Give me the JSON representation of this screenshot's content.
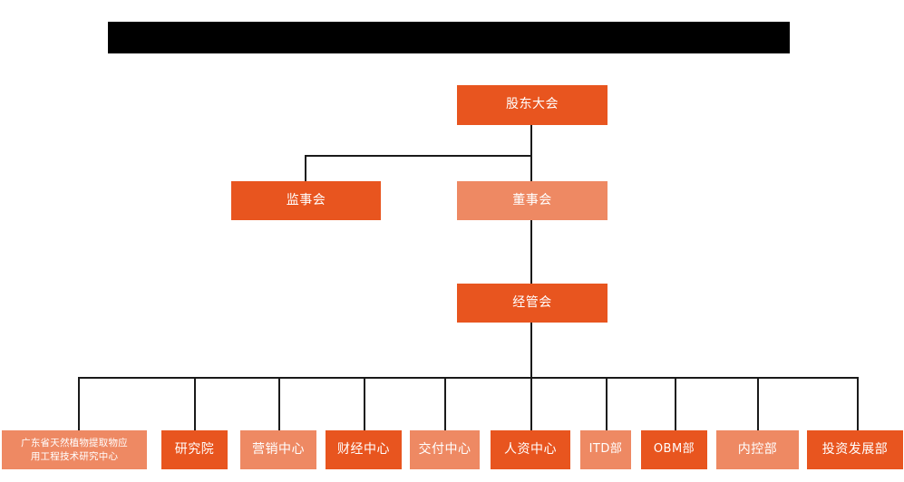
{
  "chart_title_redacted": "",
  "colors": {
    "background": "#ffffff",
    "node_dark": "#E8551F",
    "node_light": "#EE8963",
    "connector": "#1a1a1a",
    "redacted": "#000000",
    "node_text": "#ffffff"
  },
  "redacted_banner": {
    "label": ""
  },
  "levels": {
    "level1": [
      {
        "id": "shareholders-meeting",
        "label": "股东大会",
        "tone": "dark"
      }
    ],
    "level2": [
      {
        "id": "board-of-supervisors",
        "label": "监事会",
        "tone": "dark"
      },
      {
        "id": "board-of-directors",
        "label": "董事会",
        "tone": "light"
      }
    ],
    "level3": [
      {
        "id": "management-committee",
        "label": "经管会",
        "tone": "dark"
      }
    ],
    "level4": [
      {
        "id": "guangdong-research-center",
        "label": "广东省天然植物提取物应用工程技术研究中心",
        "line1": "广东省天然植物提取物应",
        "line2": "用工程技术研究中心",
        "tone": "light"
      },
      {
        "id": "research-institute",
        "label": "研究院",
        "tone": "dark"
      },
      {
        "id": "marketing-center",
        "label": "营销中心",
        "tone": "light"
      },
      {
        "id": "finance-center",
        "label": "财经中心",
        "tone": "dark"
      },
      {
        "id": "delivery-center",
        "label": "交付中心",
        "tone": "light"
      },
      {
        "id": "hr-center",
        "label": "人资中心",
        "tone": "dark"
      },
      {
        "id": "itd-department",
        "label": "ITD部",
        "tone": "light"
      },
      {
        "id": "obm-department",
        "label": "OBM部",
        "tone": "dark"
      },
      {
        "id": "internal-control-department",
        "label": "内控部",
        "tone": "light"
      },
      {
        "id": "investment-development-department",
        "label": "投资发展部",
        "tone": "dark"
      }
    ]
  }
}
